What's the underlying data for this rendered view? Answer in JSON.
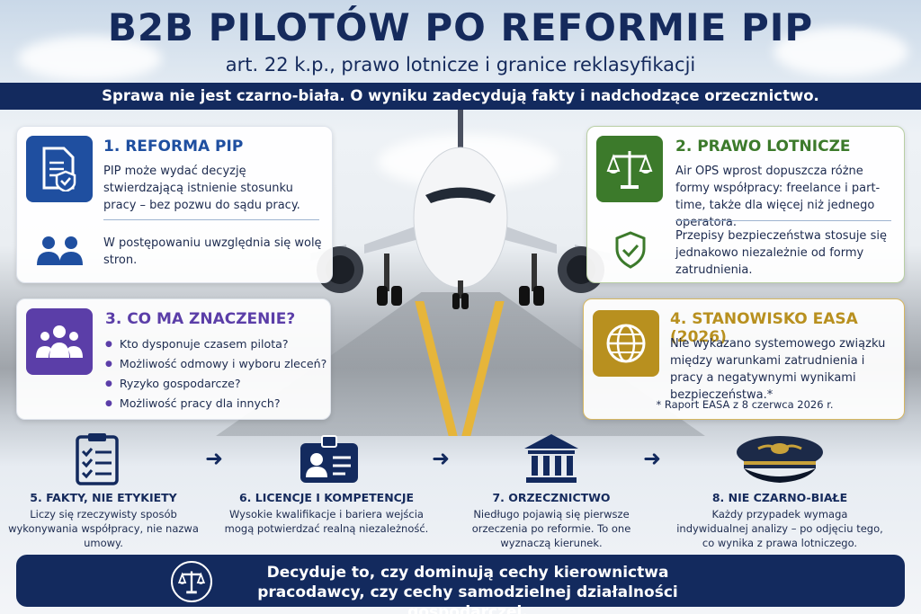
{
  "header": {
    "title": "B2B PILOTÓW PO REFORMIE PIP",
    "subtitle": "art. 22 k.p., prawo lotnicze i granice reklasyfikacji",
    "banner": "Sprawa nie jest czarno-biała. O wyniku zadecydują fakty i nadchodzące orzecznictwo."
  },
  "card1": {
    "title": "1. REFORMA PIP",
    "text1": "PIP może wydać decyzję stwierdzającą istnienie stosunku pracy – bez pozwu do sądu pracy.",
    "text2": "W postępowaniu uwzględnia się wolę stron.",
    "icon": "document-shield-icon",
    "icon2": "people-icon",
    "color": "#1f4fa0"
  },
  "card2": {
    "title": "2. PRAWO LOTNICZE",
    "text1": "Air OPS wprost dopuszcza różne formy współpracy: freelance i part-time, także dla więcej niż jednego operatora.",
    "text2": "Przepisy bezpieczeństwa stosuje się jednakowo niezależnie od formy zatrudnienia.",
    "icon": "scales-icon",
    "icon2": "shield-check-icon",
    "color": "#3c7a2b"
  },
  "card3": {
    "title": "3. CO MA ZNACZENIE?",
    "bullets": [
      "Kto dysponuje czasem pilota?",
      "Możliwość odmowy i wyboru zleceń?",
      "Ryzyko gospodarcze?",
      "Możliwość pracy dla innych?"
    ],
    "icon": "group-icon",
    "color": "#5b3ea8"
  },
  "card4": {
    "title": "4. STANOWISKO EASA (2026)",
    "text1": "Nie wykazano systemowego związku między warunkami zatrudnienia i pracy a negatywnymi wynikami bezpieczeństwa.*",
    "note": "* Raport EASA z 8 czerwca 2026 r.",
    "icon": "globe-icon",
    "color": "#b8901f"
  },
  "steps": [
    {
      "title": "5. FAKTY, NIE ETYKIETY",
      "text": "Liczy się rzeczywisty sposób wykonywania współpracy, nie nazwa umowy.",
      "icon": "checklist-icon"
    },
    {
      "title": "6. LICENCJE I KOMPETENCJE",
      "text": "Wysokie kwalifikacje i bariera wejścia mogą potwierdzać realną niezależność.",
      "icon": "id-card-icon"
    },
    {
      "title": "7. ORZECZNICTWO",
      "text": "Niedługo pojawią się pierwsze orzeczenia po reformie. To one wyznaczą kierunek.",
      "icon": "courthouse-icon"
    },
    {
      "title": "8. NIE CZARNO-BIAŁE",
      "text": "Każdy przypadek wymaga indywidualnej analizy – po odjęciu tego, co wynika z prawa lotniczego.",
      "icon": "pilot-cap-icon"
    }
  ],
  "footer": {
    "text": "Decyduje to, czy dominują cechy kierownictwa pracodawcy, czy cechy samodzielnej działalności gospodarczej.",
    "icon": "scales-icon"
  },
  "arrow_glyph": "➜"
}
